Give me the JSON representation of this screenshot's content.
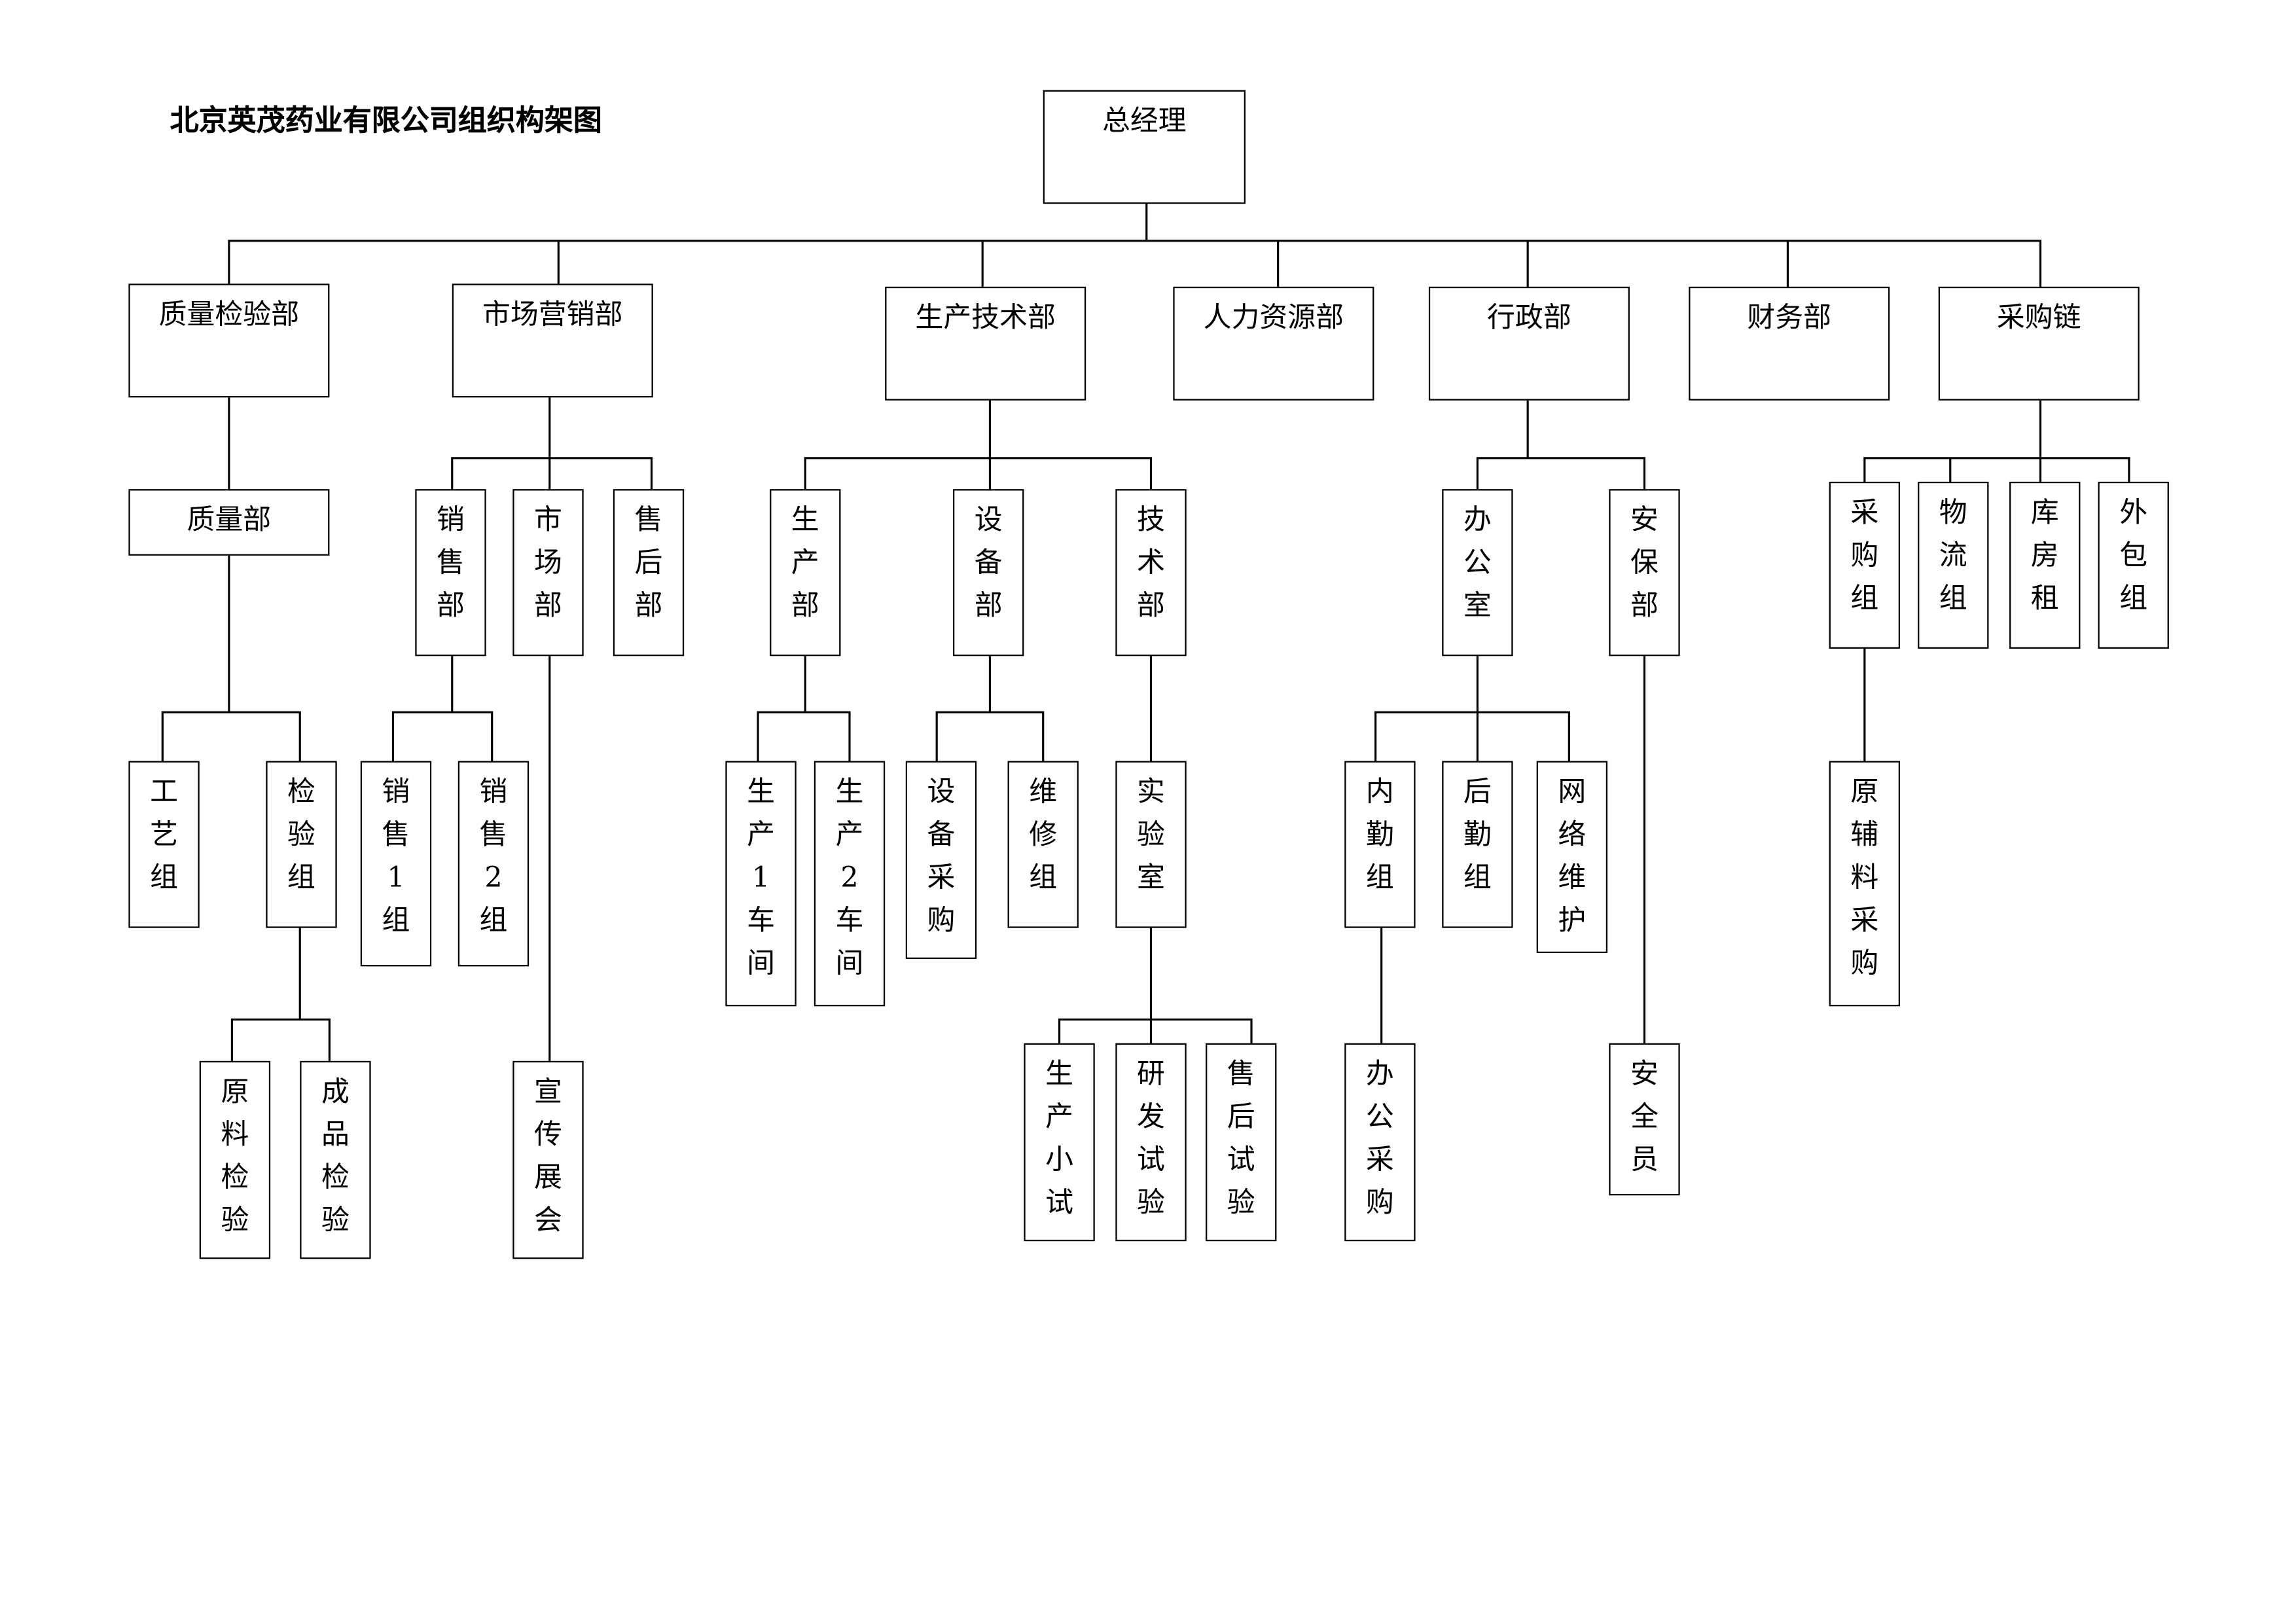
{
  "title": "北京英茂药业有限公司组织构架图",
  "org": {
    "name": "总经理",
    "children": [
      {
        "name": "质量检验部",
        "children": [
          {
            "name": "质量部",
            "children": [
              {
                "name": "工艺组"
              },
              {
                "name": "检验组",
                "children": [
                  {
                    "name": "原料检验"
                  },
                  {
                    "name": "成品检验"
                  }
                ]
              }
            ]
          }
        ]
      },
      {
        "name": "市场营销部",
        "children": [
          {
            "name": "销售部",
            "children": [
              {
                "name": "销售1组"
              },
              {
                "name": "销售2组"
              }
            ]
          },
          {
            "name": "市场部",
            "children": [
              {
                "name": "宣传展会"
              }
            ]
          },
          {
            "name": "售后部"
          }
        ]
      },
      {
        "name": "生产技术部",
        "children": [
          {
            "name": "生产部",
            "children": [
              {
                "name": "生产1车间"
              },
              {
                "name": "生产2车间"
              }
            ]
          },
          {
            "name": "设备部",
            "children": [
              {
                "name": "设备采购"
              },
              {
                "name": "维修组"
              }
            ]
          },
          {
            "name": "技术部",
            "children": [
              {
                "name": "实验室",
                "children": [
                  {
                    "name": "生产小试"
                  },
                  {
                    "name": "研发试验"
                  },
                  {
                    "name": "售后试验"
                  }
                ]
              }
            ]
          }
        ]
      },
      {
        "name": "人力资源部"
      },
      {
        "name": "行政部",
        "children": [
          {
            "name": "办公室",
            "children": [
              {
                "name": "内勤组",
                "children": [
                  {
                    "name": "办公采购"
                  }
                ]
              },
              {
                "name": "后勤组"
              },
              {
                "name": "网络维护"
              }
            ]
          },
          {
            "name": "安保部",
            "children": [
              {
                "name": "安全员"
              }
            ]
          }
        ]
      },
      {
        "name": "财务部"
      },
      {
        "name": "采购链",
        "children": [
          {
            "name": "采购组",
            "children": [
              {
                "name": "原辅料采购"
              }
            ]
          },
          {
            "name": "物流组"
          },
          {
            "name": "库房租"
          },
          {
            "name": "外包组"
          }
        ]
      }
    ]
  }
}
